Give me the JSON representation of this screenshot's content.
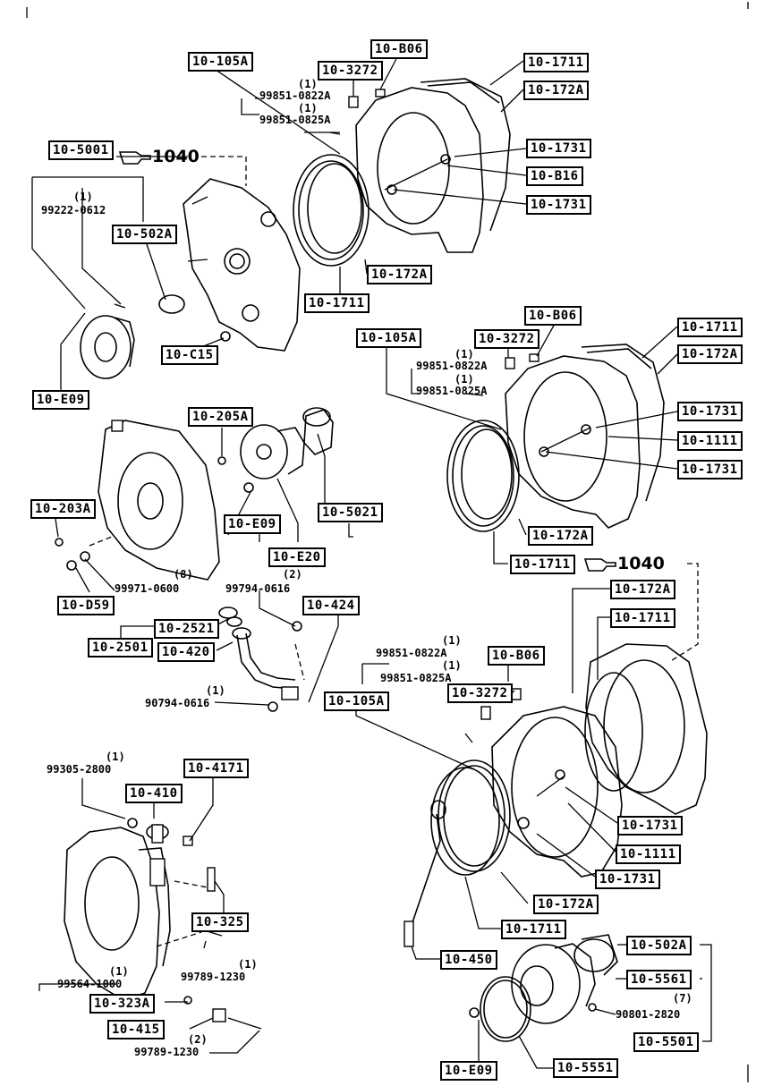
{
  "fig1": {
    "labels": {
      "b_10_b06": "10-B06",
      "b_10_3272": "10-3272",
      "b_10_105a": "10-105A",
      "b_10_1711_r": "10-1711",
      "b_10_172a_r": "10-172A",
      "b_10_1731_a": "10-1731",
      "b_10_b16": "10-B16",
      "b_10_1731_b": "10-1731",
      "b_10_172a_b": "10-172A",
      "b_10_1711_b": "10-1711",
      "b_10_5001": "10-5001",
      "b_10_502a": "10-502A",
      "b_10_c15": "10-C15",
      "b_10_e09": "10-E09"
    },
    "parts": {
      "p1": "99851-0822A",
      "p2": "99851-0825A",
      "p3": "99222-0612"
    },
    "qty": {
      "q1": "(1)",
      "q2": "(1)",
      "q3": "(1)"
    },
    "ref": "1040"
  },
  "fig2": {
    "labels": {
      "b_10_b06": "10-B06",
      "b_10_3272": "10-3272",
      "b_10_105a": "10-105A",
      "b_10_1711_r": "10-1711",
      "b_10_172a_r": "10-172A",
      "b_10_1731_a": "10-1731",
      "b_10_1111": "10-1111",
      "b_10_1731_b": "10-1731",
      "b_10_172a_b": "10-172A",
      "b_10_1711_b": "10-1711"
    },
    "parts": {
      "p1": "99851-0822A",
      "p2": "99851-0825A"
    },
    "qty": {
      "q1": "(1)",
      "q2": "(1)"
    },
    "ref": "1040"
  },
  "fig3": {
    "labels": {
      "b_10_205a": "10-205A",
      "b_10_203a": "10-203A",
      "b_10_e09": "10-E09",
      "b_10_5021": "10-5021",
      "b_10_e20": "10-E20",
      "b_10_d59": "10-D59",
      "b_10_424": "10-424",
      "b_10_2521": "10-2521",
      "b_10_2501": "10-2501",
      "b_10_420": "10-420"
    },
    "parts": {
      "p1": "99971-0600",
      "p2": "99794-0616",
      "p3": "90794-0616"
    },
    "qty": {
      "q1": "(8)",
      "q2": "(2)",
      "q3": "(1)"
    }
  },
  "fig4": {
    "labels": {
      "b_10_172a_t": "10-172A",
      "b_10_1711_t": "10-1711",
      "b_10_b06": "10-B06",
      "b_10_3272": "10-3272",
      "b_10_105a": "10-105A",
      "b_10_1731_a": "10-1731",
      "b_10_1111": "10-1111",
      "b_10_1731_b": "10-1731",
      "b_10_172a_b": "10-172A",
      "b_10_1711_b": "10-1711",
      "b_10_450": "10-450",
      "b_10_502a": "10-502A",
      "b_10_5561": "10-5561",
      "b_10_5501": "10-5501",
      "b_10_e09": "10-E09",
      "b_10_5551": "10-5551"
    },
    "parts": {
      "p1": "99851-0822A",
      "p2": "99851-0825A",
      "p3": "90801-2820"
    },
    "qty": {
      "q1": "(1)",
      "q2": "(1)",
      "q3": "(7)"
    }
  },
  "fig5": {
    "labels": {
      "b_10_4171": "10-4171",
      "b_10_410": "10-410",
      "b_10_325": "10-325",
      "b_10_323a": "10-323A",
      "b_10_415": "10-415"
    },
    "parts": {
      "p1": "99305-2800",
      "p2": "99789-1230",
      "p3": "99564-1000",
      "p4": "99789-1230"
    },
    "qty": {
      "q1": "(1)",
      "q2": "(1)",
      "q3": "(1)",
      "q4": "(2)"
    }
  }
}
